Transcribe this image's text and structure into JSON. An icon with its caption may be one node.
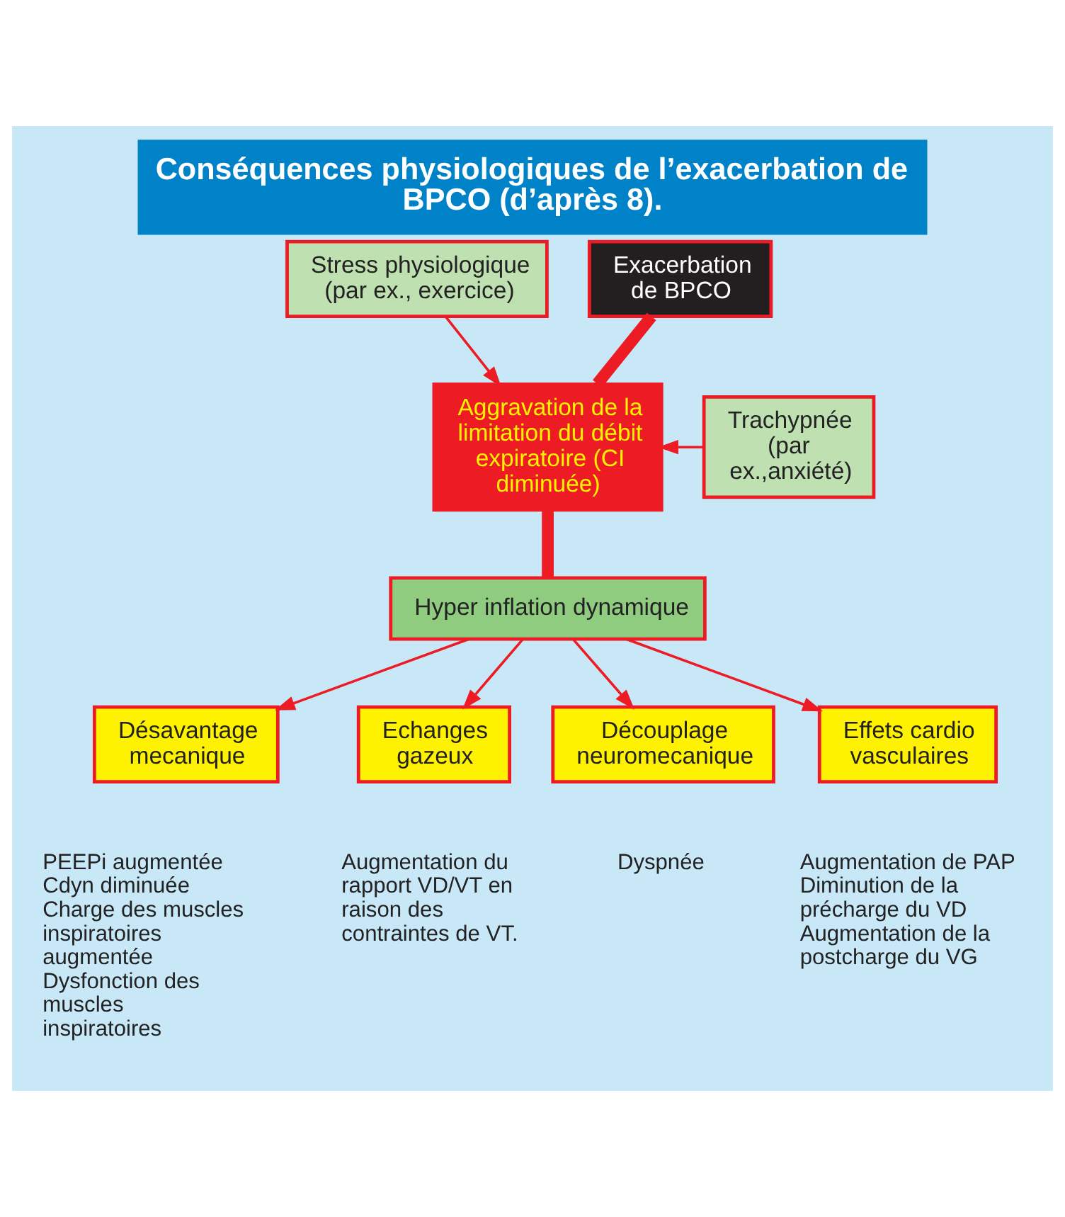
{
  "diagram": {
    "title": "Conséquences physiologiques de l’exacerbation de BPCO (d’après 8).",
    "nodes": [
      {
        "text": [
          "Stress physiologique (par ex., exercice)"
        ]
      },
      {
        "text": [
          "Exacerbation de BPCO"
        ]
      },
      {
        "text": [
          "Aggravation de la limitation du débit expiratoire (CI diminuée)"
        ]
      },
      {
        "text": [
          "Trachypnée (par ex.,anxiété)"
        ]
      },
      {
        "text": [
          "Hyper inflation dynamique"
        ]
      },
      {
        "text": [
          "Désavantage mecanique"
        ],
        "beside": [
          "PEEPi augmentée",
          "Cdyn diminuée",
          "Charge des muscles inspiratoires augmentée",
          "Dysfonction des muscles inspiratoires"
        ]
      },
      {
        "text": [
          "Echanges gazeux"
        ],
        "beside": [
          "Augmentation du rapport VD/VT en raison des contraintes de VT."
        ]
      },
      {
        "text": [
          "Découplage neuromecanique"
        ],
        "beside": [
          "Dyspnée"
        ]
      },
      {
        "text": [
          "Effets cardio vasculaires"
        ],
        "beside": [
          "Augmentation de PAP",
          "Diminution de la précharge du VD",
          "Augmentation de la postcharge du VG"
        ]
      }
    ],
    "edges": [
      {
        "from": 1,
        "to": 2,
        "arrow": "none",
        "style": "thick"
      },
      {
        "from": 0,
        "to": 2,
        "arrow": "to"
      },
      {
        "from": 3,
        "to": 2,
        "arrow": "to"
      },
      {
        "from": 2,
        "to": 4,
        "arrow": "none",
        "style": "thick"
      },
      {
        "from": 4,
        "to": 5,
        "arrow": "to"
      },
      {
        "from": 4,
        "to": 6,
        "arrow": "to"
      },
      {
        "from": 4,
        "to": 7,
        "arrow": "to"
      },
      {
        "from": 4,
        "to": 8,
        "arrow": "to"
      }
    ]
  }
}
